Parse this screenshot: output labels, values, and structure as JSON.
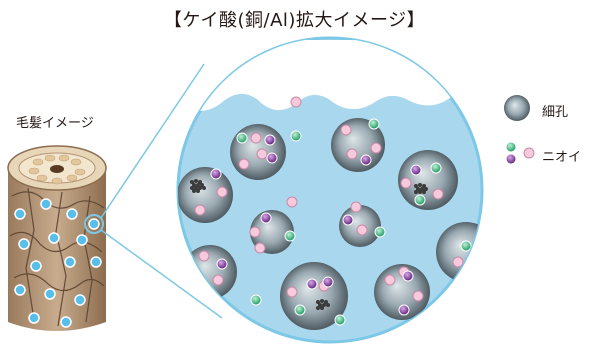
{
  "title": "【ケイ酸(銅/Al)拡大イメージ】",
  "hair_label": "毛髪イメージ",
  "legend": {
    "pore_label": "細孔",
    "odor_label": "ニオイ"
  },
  "colors": {
    "magnify_fill": "#a9d8ee",
    "magnify_stroke": "#7cc8e6",
    "pore_dark": "#4d5961",
    "pore_light": "#d9e2e6",
    "odor_green": "#2bb673",
    "odor_pink": "#f6c9dd",
    "odor_purple": "#7a2d91",
    "hair_brown": "#b09070",
    "hair_dot": "#57bfe9"
  }
}
